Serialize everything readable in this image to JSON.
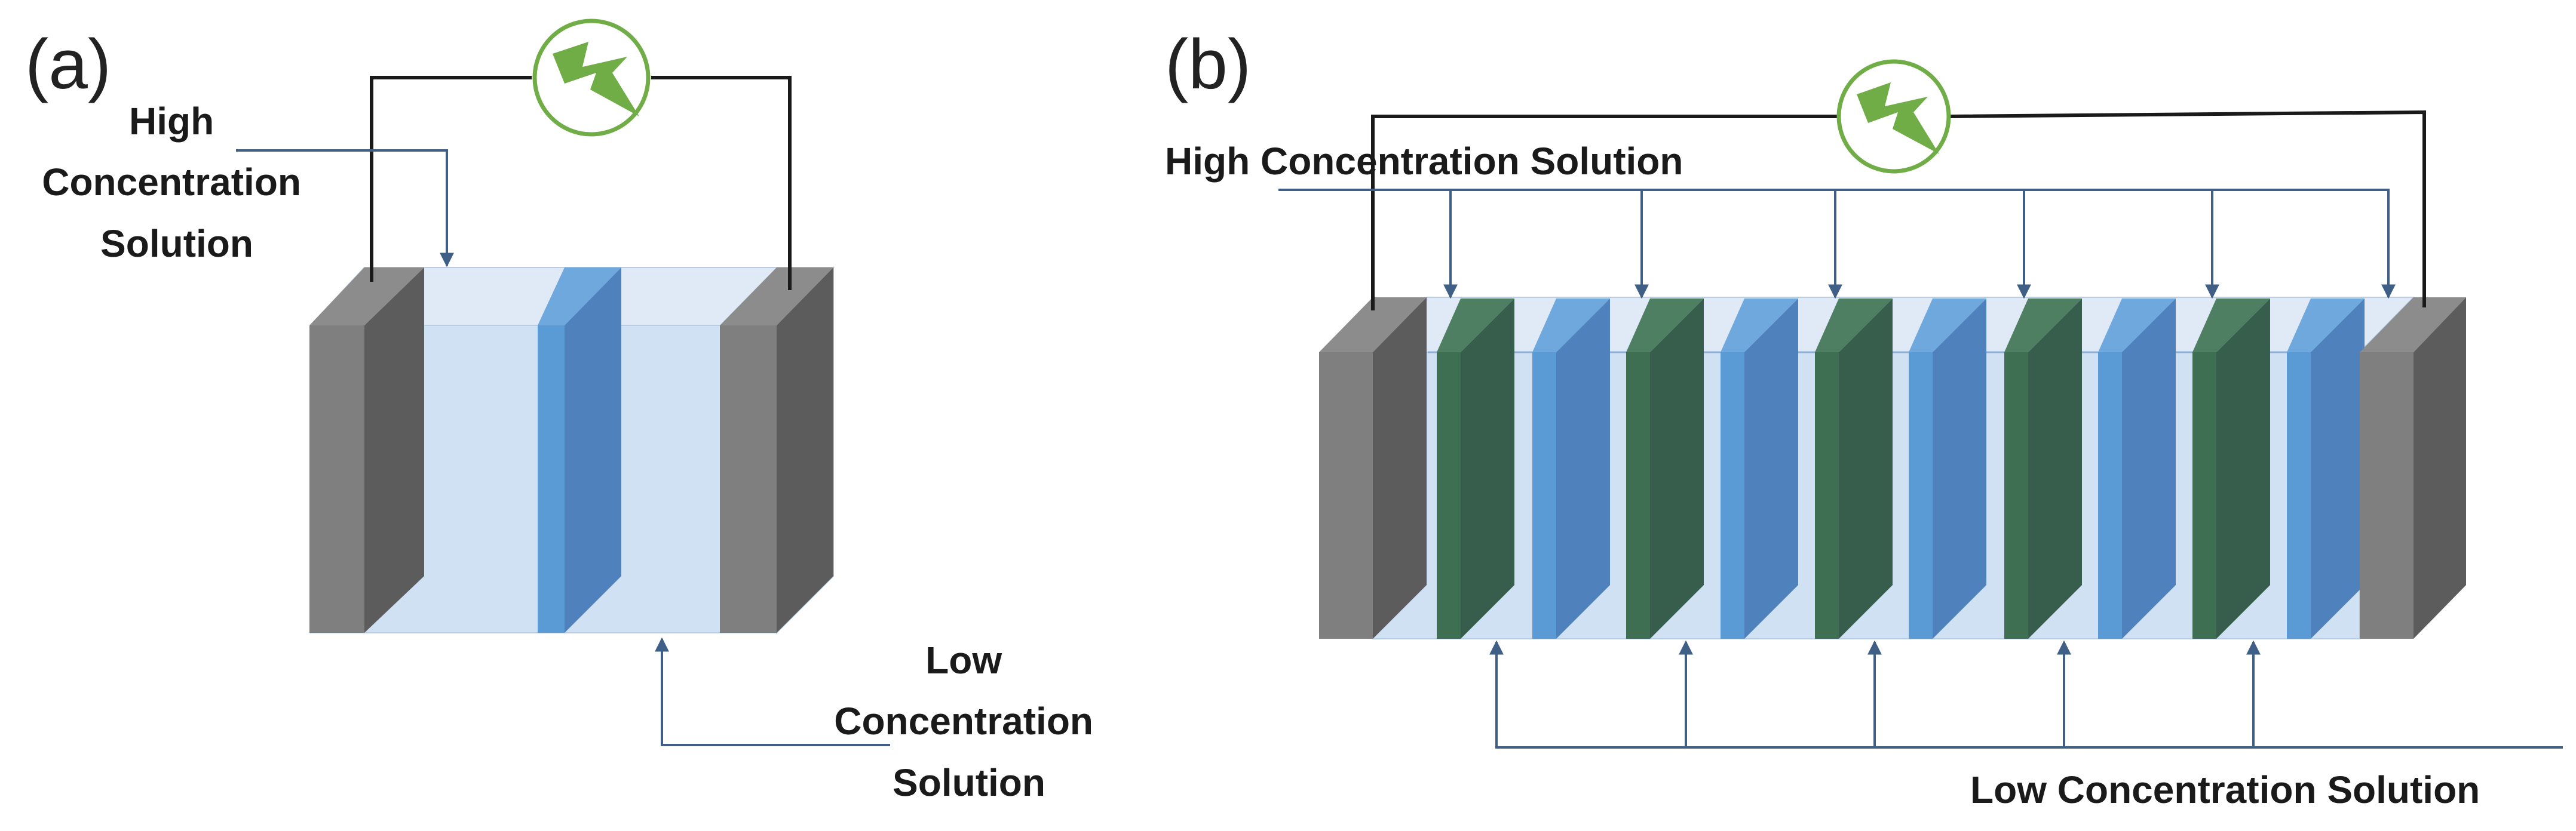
{
  "panels": {
    "a": {
      "label": "(a)",
      "high_label": [
        "High",
        "Concentration",
        "Solution"
      ],
      "low_label": [
        "Low",
        "Concentration",
        "Solution"
      ]
    },
    "b": {
      "label": "(b)",
      "high_label": "High Concentration Solution",
      "low_label": "Low Concentration Solution"
    }
  },
  "colors": {
    "electrode": "#7f7f7f",
    "electrode_dark": "#5c5c5c",
    "solution": "#cfe1f3",
    "solution_top": "#dfeaf6",
    "membrane_blue": "#5b9bd5",
    "membrane_blue_front": "#4f81bd",
    "membrane_green": "#3f6f52",
    "membrane_green_front": "#375e4c",
    "power_icon": "#70ad47",
    "wire": "#1a1a1a",
    "flow": "#3f5f86"
  },
  "icons": [
    "power-source-icon"
  ]
}
